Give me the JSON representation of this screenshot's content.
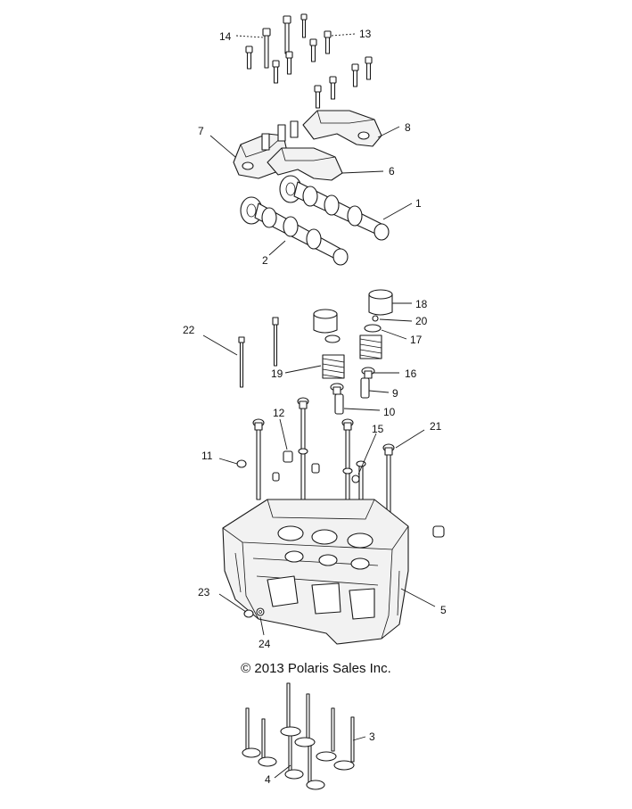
{
  "copyright": "© 2013 Polaris Sales Inc.",
  "callouts": {
    "c1": "1",
    "c2": "2",
    "c3": "3",
    "c4": "4",
    "c5": "5",
    "c6": "6",
    "c7": "7",
    "c8": "8",
    "c9": "9",
    "c10": "10",
    "c11": "11",
    "c12": "12",
    "c13": "13",
    "c14": "14",
    "c15": "15",
    "c16": "16",
    "c17": "17",
    "c18": "18",
    "c19": "19",
    "c20": "20",
    "c21": "21",
    "c22": "22",
    "c23": "23",
    "c24": "24"
  }
}
